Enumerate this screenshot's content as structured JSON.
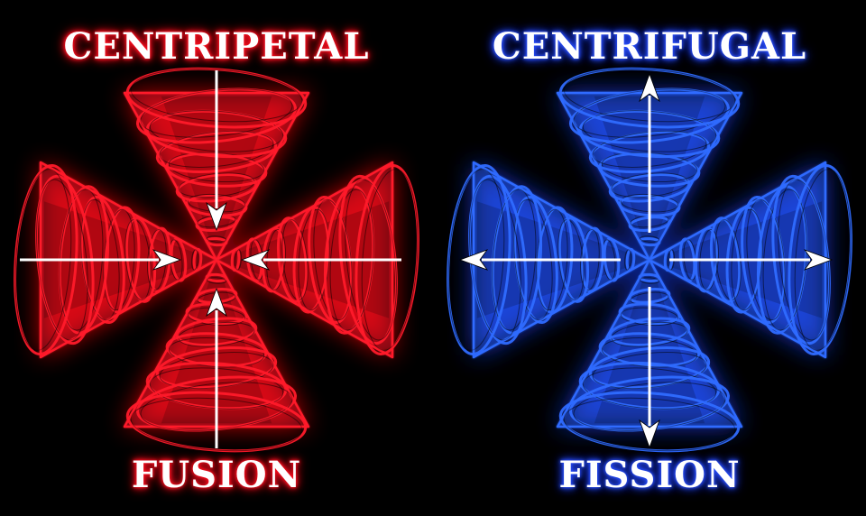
{
  "left": {
    "title": "CENTRIPETAL",
    "caption": "FUSION",
    "color": "#ff1a2a",
    "glow": "#ff0010",
    "arrow_direction": "inward"
  },
  "right": {
    "title": "CENTRIFUGAL",
    "caption": "FISSION",
    "color": "#2f6bff",
    "glow": "#1a40ff",
    "arrow_direction": "outward"
  },
  "arrow_color": "#ffffff",
  "background": "#000000"
}
